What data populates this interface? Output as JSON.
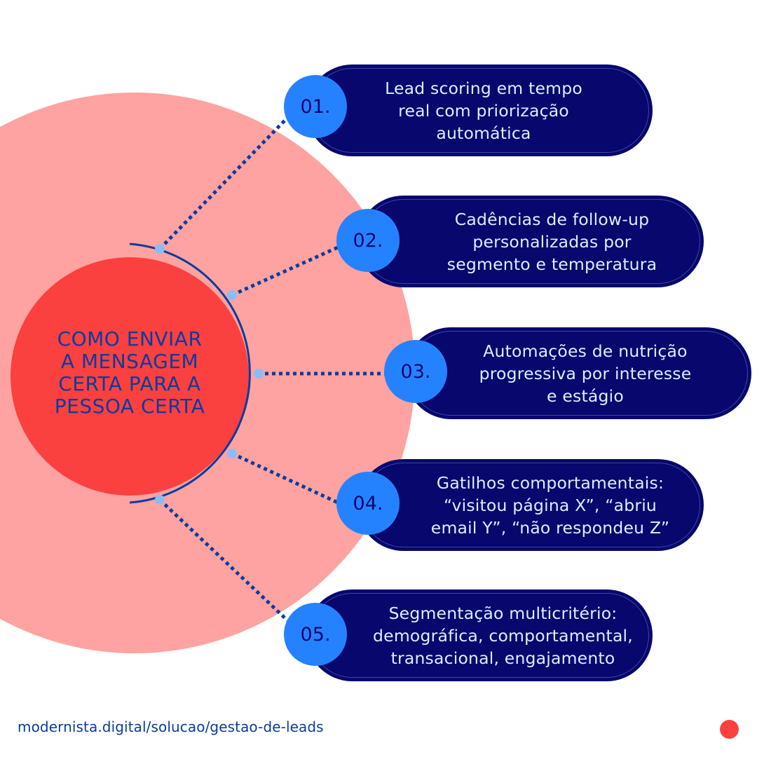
{
  "colors": {
    "background": "#ffffff",
    "outer_circle": "#fea3a1",
    "center_circle": "#fb4040",
    "arc_and_connectors": "#0a3c9e",
    "connector_nodes": "#8cbcf8",
    "pill_fill": "#07076e",
    "pill_text": "#dceeff",
    "number_circle": "#2582fe",
    "number_text": "#07076e",
    "title_text": "#0a3c9e"
  },
  "title": {
    "lines": [
      "COMO ENVIAR",
      "A MENSAGEM",
      "CERTA PARA A",
      "PESSOA CERTA"
    ]
  },
  "items": [
    {
      "number": "01.",
      "lines": [
        "Lead scoring em tempo",
        "real com priorização",
        "automática"
      ]
    },
    {
      "number": "02.",
      "lines": [
        "Cadências de follow-up",
        "personalizadas por",
        "segmento e temperatura"
      ]
    },
    {
      "number": "03.",
      "lines": [
        "Automações de nutrição",
        "progressiva por interesse",
        "e estágio"
      ]
    },
    {
      "number": "04.",
      "lines": [
        "Gatilhos comportamentais:",
        "“visitou página X”, “abriu",
        "email Y”, “não respondeu Z”"
      ]
    },
    {
      "number": "05.",
      "lines": [
        "Segmentação multicritério:",
        "demográfica, comportamental,",
        "transacional, engajamento"
      ]
    }
  ],
  "footer": {
    "url": "modernista.digital/solucao/gestao-de-leads"
  }
}
